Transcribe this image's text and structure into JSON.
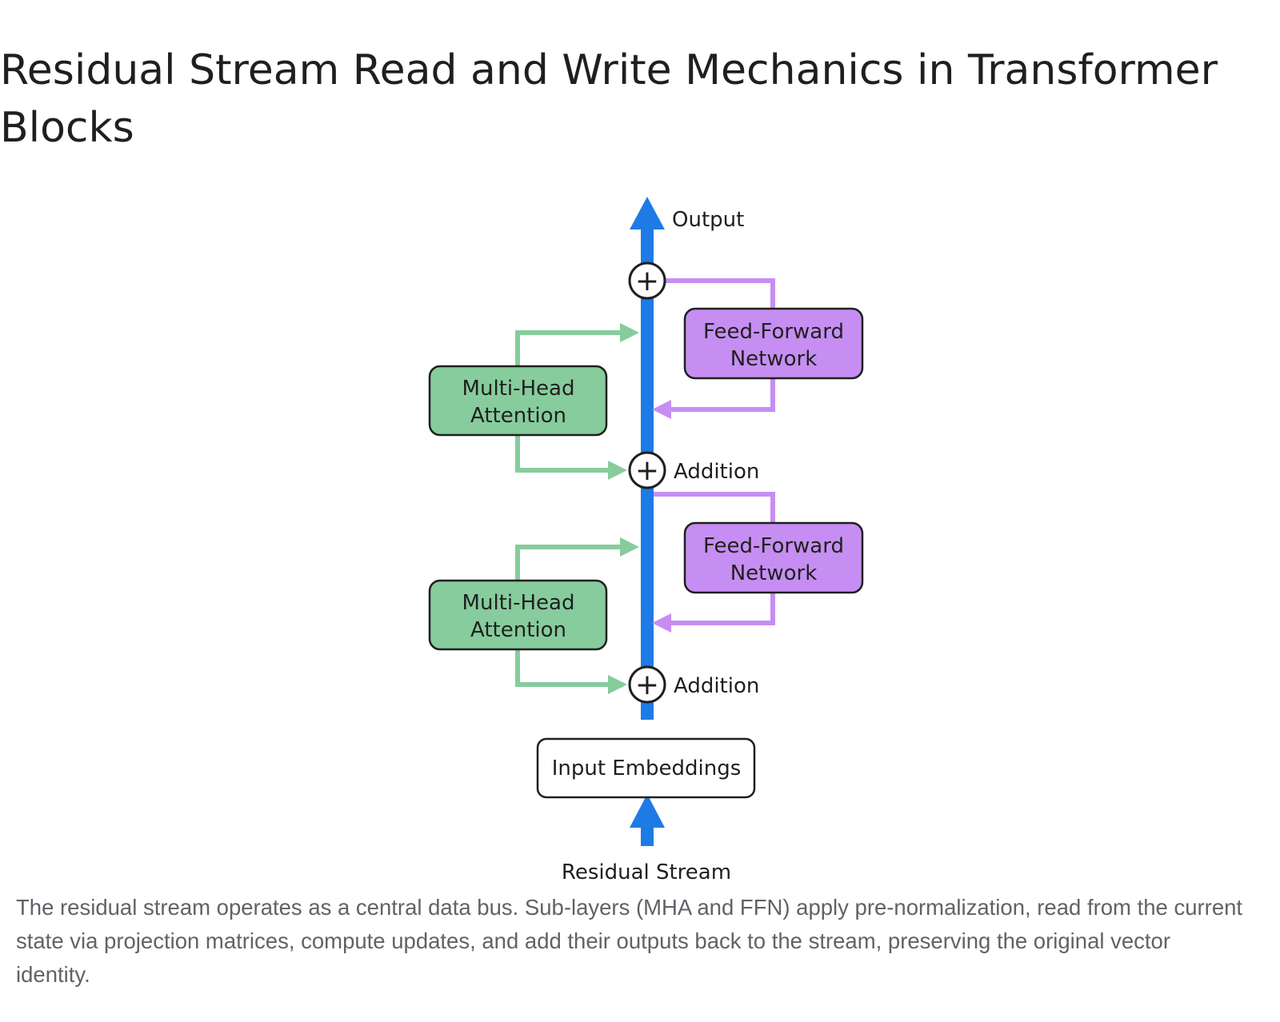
{
  "title": "Residual Stream Read and Write Mechanics in Transformer Blocks",
  "caption": "The residual stream operates as a central data bus. Sub-layers (MHA and FFN) apply pre-normalization, read from the current state via projection matrices, compute updates, and add their outputs back to the stream, preserving the original vector identity.",
  "diagram": {
    "output_label": "Output",
    "residual_stream_label": "Residual Stream",
    "input_embeddings": "Input Embeddings",
    "addition_label": "Addition",
    "plus_symbol": "+",
    "blocks": [
      {
        "mha": {
          "line1": "Multi-Head",
          "line2": "Attention"
        },
        "ffn": {
          "line1": "Feed-Forward",
          "line2": "Network"
        }
      },
      {
        "mha": {
          "line1": "Multi-Head",
          "line2": "Attention"
        },
        "ffn": {
          "line1": "Feed-Forward",
          "line2": "Network"
        }
      }
    ]
  },
  "colors": {
    "stream": "#1e7be6",
    "attention_fill": "#86cc9c",
    "attention_line": "#86cc9c",
    "ffn_fill": "#c68ef2",
    "ffn_line": "#c68ef2",
    "box_border": "#1f1f1f"
  }
}
